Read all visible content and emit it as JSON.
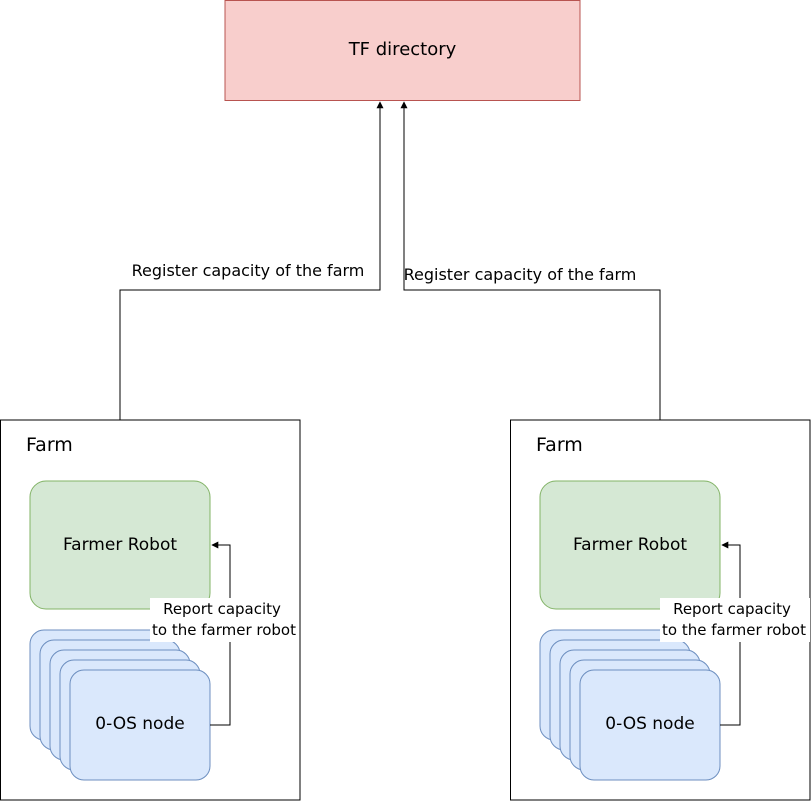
{
  "directory": {
    "label": "TF directory"
  },
  "farms": [
    {
      "title": "Farm",
      "robot_label": "Farmer Robot",
      "node_label": "0-OS node",
      "report_line1": "Report capacity",
      "report_line2": "to the farmer robot",
      "register_label": "Register capacity of the farm"
    },
    {
      "title": "Farm",
      "robot_label": "Farmer Robot",
      "node_label": "0-OS node",
      "report_line1": "Report capacity",
      "report_line2": "to the farmer robot",
      "register_label": "Register capacity of the farm"
    }
  ],
  "colors": {
    "directory_fill": "#f8cecc",
    "directory_stroke": "#b85450",
    "robot_fill": "#d5e8d4",
    "robot_stroke": "#82b366",
    "node_fill": "#dae8fc",
    "node_stroke": "#6c8ebf"
  }
}
